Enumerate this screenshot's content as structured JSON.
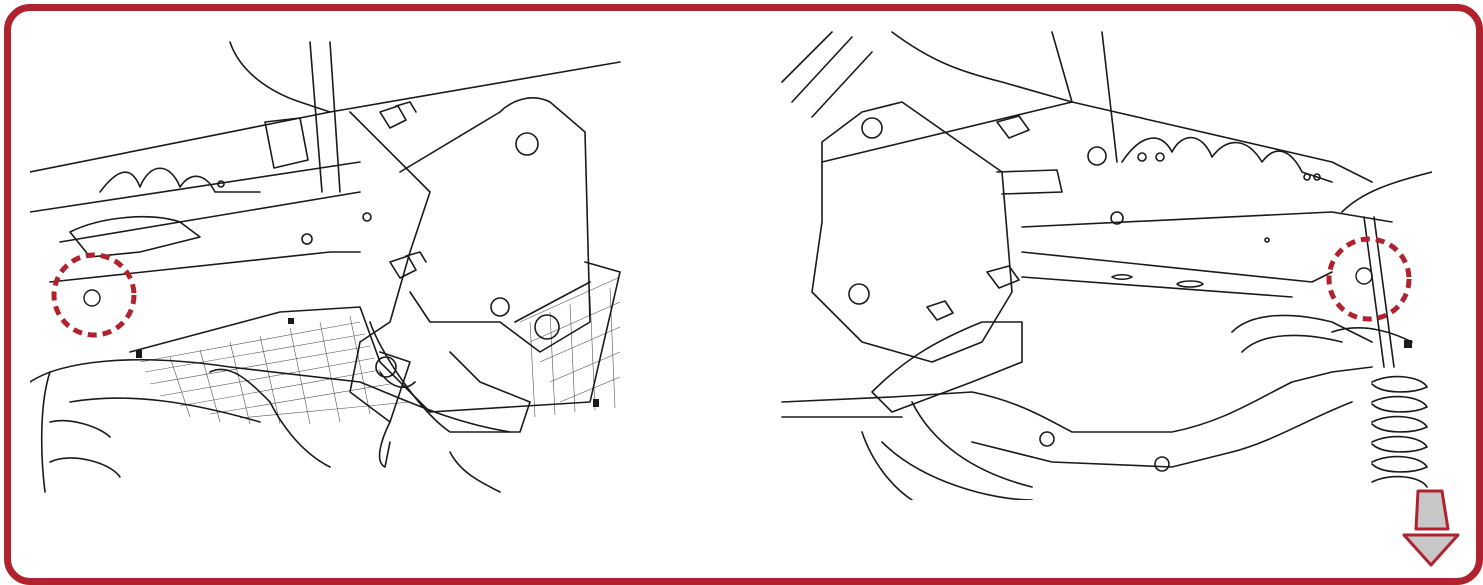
{
  "document": {
    "border_color": "#b0232e",
    "highlight_color": "#b0232e",
    "panels": [
      {
        "id": "left",
        "illustration": "vehicle-underbody-bracket-line-art",
        "highlight": "dashed-circle"
      },
      {
        "id": "right",
        "illustration": "vehicle-underbody-suspension-line-art",
        "highlight": "dashed-circle"
      }
    ],
    "navigation": {
      "icon": "down-arrow-icon",
      "fill": "#c7c7c7"
    }
  }
}
